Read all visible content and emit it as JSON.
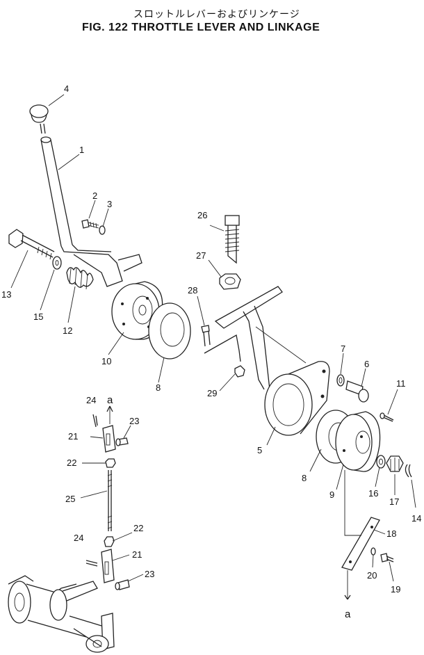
{
  "title_jp": "スロットルレバーおよびリンケージ",
  "title_en": "FIG. 122  THROTTLE LEVER AND LINKAGE",
  "callouts": {
    "p1": "1",
    "p2": "2",
    "p3": "3",
    "p4": "4",
    "p5": "5",
    "p6": "6",
    "p7": "7",
    "p8a": "8",
    "p8b": "8",
    "p9": "9",
    "p10": "10",
    "p11": "11",
    "p12": "12",
    "p13": "13",
    "p14": "14",
    "p15": "15",
    "p16": "16",
    "p17": "17",
    "p18": "18",
    "p19": "19",
    "p20": "20",
    "p21a": "21",
    "p21b": "21",
    "p22a": "22",
    "p22b": "22",
    "p23a": "23",
    "p23b": "23",
    "p24a": "24",
    "p24b": "24",
    "p25": "25",
    "p26": "26",
    "p27": "27",
    "p28": "28",
    "p29": "29",
    "ref_top": "a",
    "ref_bottom": "a"
  }
}
